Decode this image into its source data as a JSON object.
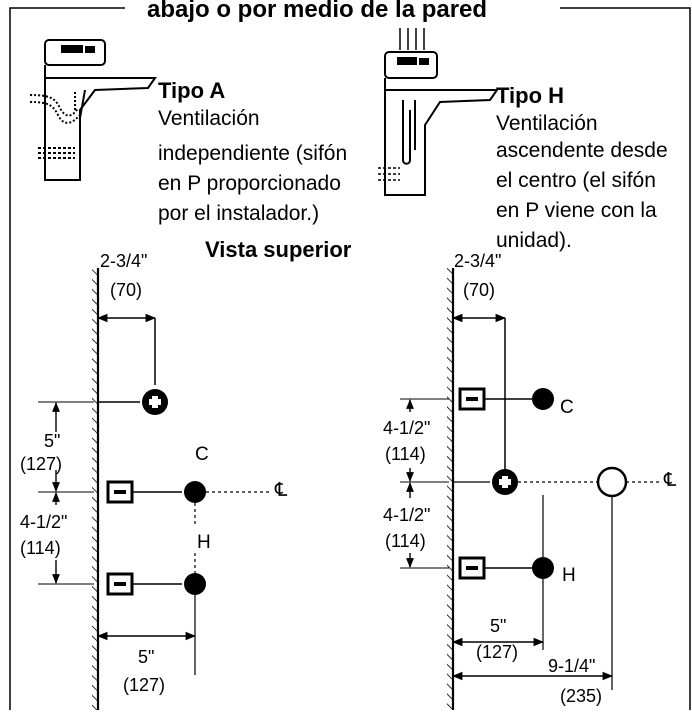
{
  "title": "abajo o por medio de la pared",
  "type_a": {
    "heading": "Tipo A",
    "lines": [
      "Ventilación",
      "independiente (sifón",
      "en P proporcionado",
      "por el instalador.)"
    ]
  },
  "type_h": {
    "heading": "Tipo H",
    "lines": [
      "Ventilación",
      "ascendente desde",
      "el centro (el sifón",
      "en P viene con la",
      "unidad)."
    ]
  },
  "top_view_heading": "Vista superior",
  "left_plan": {
    "top_dim": [
      "2-3/4\"",
      "(70)"
    ],
    "dim_5": [
      "5\"",
      "(127)"
    ],
    "dim_4_5": [
      "4-1/2\"",
      "(114)"
    ],
    "bottom_dim": [
      "5\"",
      "(127)"
    ],
    "label_c": "C",
    "label_h": "H",
    "centerline": "℄"
  },
  "right_plan": {
    "top_dim": [
      "2-3/4\"",
      "(70)"
    ],
    "dim_upper": [
      "4-1/2\"",
      "(114)"
    ],
    "dim_lower": [
      "4-1/2\"",
      "(114)"
    ],
    "dim_5": [
      "5\"",
      "(127)"
    ],
    "dim_9": [
      "9-1/4\"",
      "(235)"
    ],
    "label_c": "C",
    "label_h": "H",
    "centerline": "℄"
  }
}
